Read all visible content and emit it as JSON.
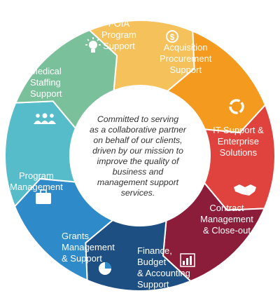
{
  "center": {
    "lines": [
      "Committed to serving",
      "as a collaborative partner",
      "on behalf of our clients,",
      "driven by our mission to",
      "improve the quality of",
      "business and",
      "management support",
      "services."
    ]
  },
  "segments": [
    {
      "id": "foia",
      "color": "#F5C15A",
      "lines": [
        "FOIA",
        "Program",
        "Support"
      ],
      "icon": "lightbulb-icon"
    },
    {
      "id": "acquisition",
      "color": "#F39A1F",
      "lines": [
        "Acquisition",
        "Procurement",
        "Support"
      ],
      "icon": "dollar-icon"
    },
    {
      "id": "it",
      "color": "#E0433E",
      "lines": [
        "IT Support &",
        "Enterprise",
        "Solutions"
      ],
      "icon": "cycle-icon"
    },
    {
      "id": "contract",
      "color": "#8B1D3B",
      "lines": [
        "Contract",
        "Management",
        "& Close-out"
      ],
      "icon": "handshake-icon"
    },
    {
      "id": "finance",
      "color": "#1E4F83",
      "lines": [
        "Finance,",
        "Budget",
        "& Accounting",
        "Support"
      ],
      "icon": "bar-chart-icon"
    },
    {
      "id": "grants",
      "color": "#2F8AC9",
      "lines": [
        "Grants",
        "Management",
        "& Support"
      ],
      "icon": "pie-chart-icon"
    },
    {
      "id": "program",
      "color": "#56BCC9",
      "lines": [
        "Program",
        "Management"
      ],
      "icon": "briefcase-icon"
    },
    {
      "id": "medical",
      "color": "#7AC19B",
      "lines": [
        "Medical",
        "Staffing",
        "Support"
      ],
      "icon": "people-icon"
    }
  ]
}
